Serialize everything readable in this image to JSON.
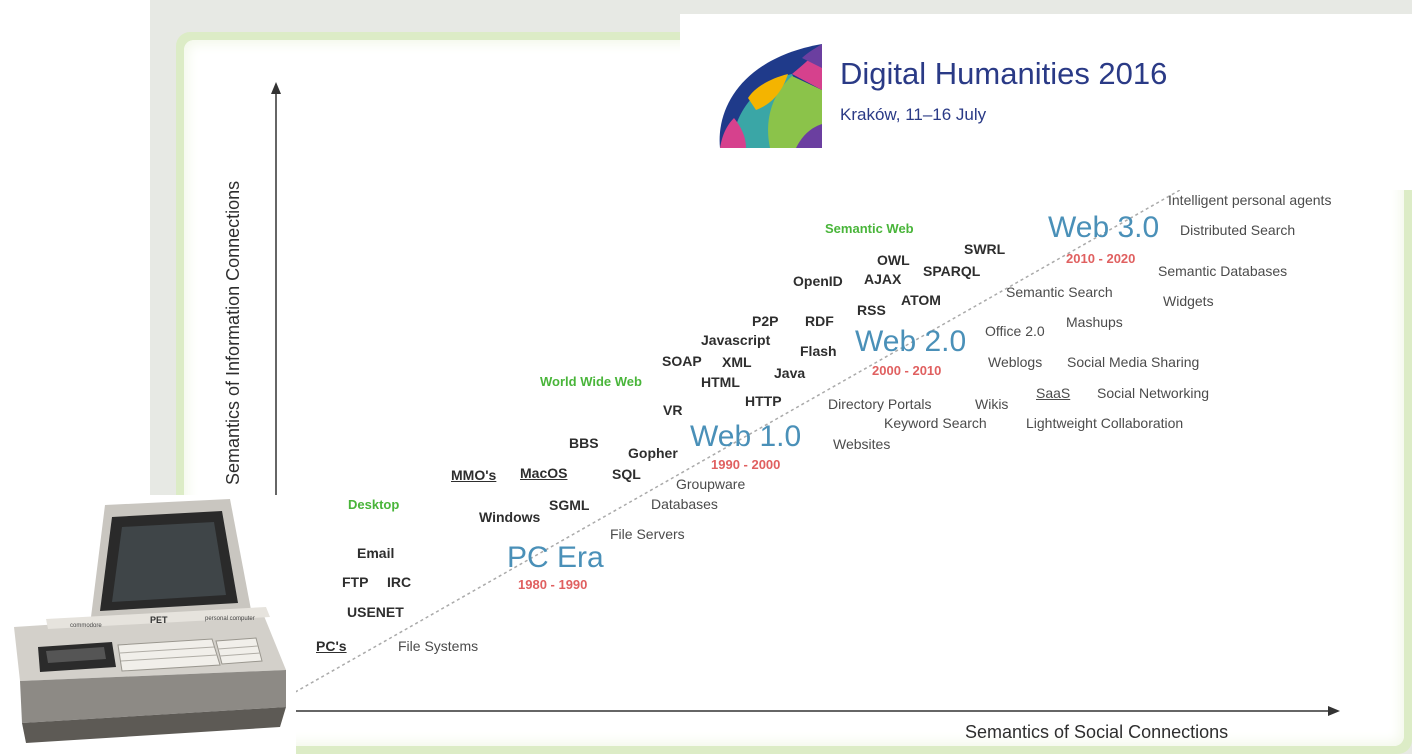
{
  "banner": {
    "title": "Digital Humanities 2016",
    "subtitle": "Kraków, 11–16 July",
    "colors": [
      "#1f3a8a",
      "#6b3fa0",
      "#d6418d",
      "#f4b400",
      "#8bc34a",
      "#3aa6a6"
    ]
  },
  "axes": {
    "x_label": "Semantics of Social Connections",
    "y_label": "Semantics of Information Connections"
  },
  "eras": [
    {
      "name": "PC Era",
      "years": "1980 - 1990"
    },
    {
      "name": "Web 1.0",
      "years": "1990 - 2000"
    },
    {
      "name": "Web 2.0",
      "years": "2000 - 2010"
    },
    {
      "name": "Web 3.0",
      "years": "2010 - 2020"
    }
  ],
  "categories": [
    "Desktop",
    "World Wide Web",
    "Semantic Web"
  ],
  "technologies": [
    "Email",
    "FTP",
    "IRC",
    "USENET",
    "PC's",
    "MMO's",
    "MacOS",
    "BBS",
    "Windows",
    "SGML",
    "SQL",
    "Gopher",
    "VR",
    "HTTP",
    "HTML",
    "SOAP",
    "XML",
    "Javascript",
    "Java",
    "P2P",
    "RDF",
    "Flash",
    "RSS",
    "OpenID",
    "AJAX",
    "OWL",
    "ATOM",
    "SPARQL",
    "SWRL"
  ],
  "applications": [
    "File Systems",
    "File Servers",
    "Databases",
    "Groupware",
    "Websites",
    "Directory Portals",
    "Keyword Search",
    "Wikis",
    "Lightweight Collaboration",
    "SaaS",
    "Social Networking",
    "Weblogs",
    "Social Media Sharing",
    "Office 2.0",
    "Mashups",
    "Semantic Search",
    "Widgets",
    "Semantic Databases",
    "Distributed Search",
    "Intelligent personal agents"
  ],
  "computer": {
    "brand": "commodore",
    "model": "PET",
    "tagline": "personal computer"
  }
}
